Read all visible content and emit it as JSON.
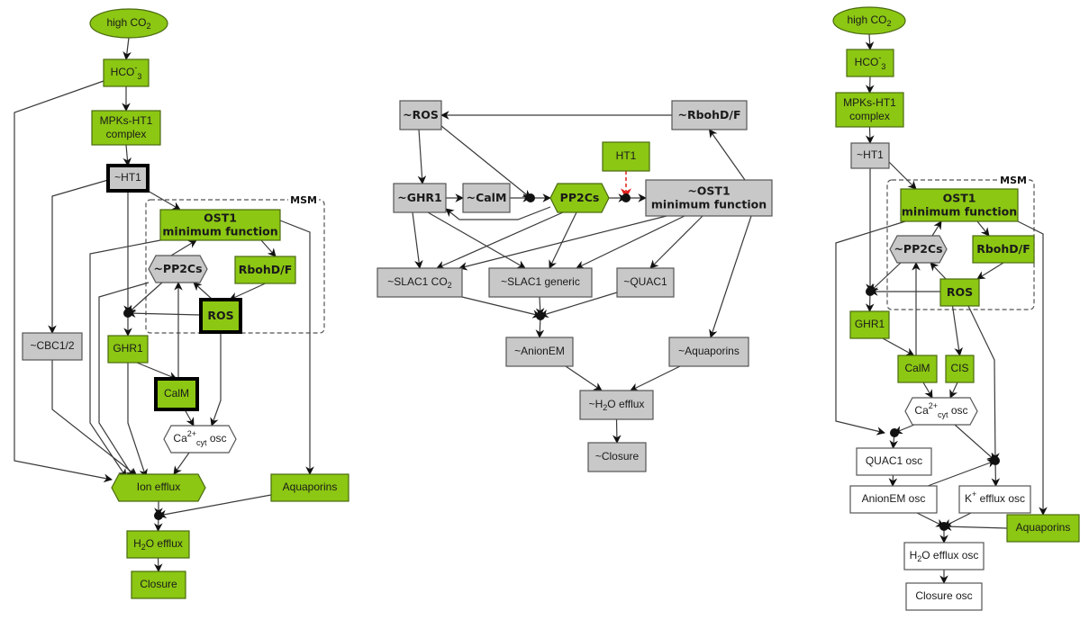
{
  "colors": {
    "green": "#8cc713",
    "gray": "#c8c8c8",
    "white": "#ffffff",
    "inhibit": "#e0201c"
  },
  "panels": [
    {
      "id": "left",
      "msm_label": "MSM",
      "nodes": [
        {
          "id": "L_co2",
          "label": "high CO",
          "sub": "2",
          "shape": "ellipse",
          "fill": "green"
        },
        {
          "id": "L_hco3",
          "label": "HCO",
          "sub": "3",
          "sup": "-",
          "shape": "rect",
          "fill": "green"
        },
        {
          "id": "L_mpk",
          "label": "MPKs-HT1",
          "label2": "complex",
          "shape": "rect",
          "fill": "green"
        },
        {
          "id": "L_ht1",
          "label": "~HT1",
          "shape": "rect",
          "fill": "gray",
          "thick": true
        },
        {
          "id": "L_ost1",
          "label": "OST1",
          "label2": "minimum function",
          "shape": "rect",
          "fill": "green",
          "bold": true
        },
        {
          "id": "L_pp2c",
          "label": "~PP2Cs",
          "shape": "hex",
          "fill": "gray",
          "bold": true
        },
        {
          "id": "L_rboh",
          "label": "RbohD/F",
          "shape": "rect",
          "fill": "green",
          "bold": true
        },
        {
          "id": "L_ros",
          "label": "ROS",
          "shape": "rect",
          "fill": "green",
          "bold": true,
          "thick": true
        },
        {
          "id": "L_cbc",
          "label": "~CBC1/2",
          "shape": "rect",
          "fill": "gray"
        },
        {
          "id": "L_ghr1",
          "label": "GHR1",
          "shape": "rect",
          "fill": "green"
        },
        {
          "id": "L_calm",
          "label": "CalM",
          "shape": "rect",
          "fill": "green",
          "thick": true
        },
        {
          "id": "L_ca",
          "label": "Ca",
          "sup": "2+",
          "sub": "cyt",
          "tail": " osc",
          "shape": "hex",
          "fill": "white"
        },
        {
          "id": "L_ion",
          "label": "Ion efflux",
          "shape": "hex",
          "fill": "green"
        },
        {
          "id": "L_aqua",
          "label": "Aquaporins",
          "shape": "rect",
          "fill": "green"
        },
        {
          "id": "L_h2o",
          "label": "H",
          "sub": "2",
          "tail": "O efflux",
          "shape": "rect",
          "fill": "green"
        },
        {
          "id": "L_clos",
          "label": "Closure",
          "shape": "rect",
          "fill": "green"
        }
      ]
    },
    {
      "id": "middle",
      "nodes": [
        {
          "id": "M_ros",
          "label": "~ROS",
          "shape": "rect",
          "fill": "gray",
          "bold": true
        },
        {
          "id": "M_rboh",
          "label": "~RbohD/F",
          "shape": "rect",
          "fill": "gray",
          "bold": true
        },
        {
          "id": "M_ht1",
          "label": "HT1",
          "shape": "rect",
          "fill": "green"
        },
        {
          "id": "M_ghr1",
          "label": "~GHR1",
          "shape": "rect",
          "fill": "gray",
          "bold": true
        },
        {
          "id": "M_calm",
          "label": "~CalM",
          "shape": "rect",
          "fill": "gray",
          "bold": true
        },
        {
          "id": "M_pp2c",
          "label": "PP2Cs",
          "shape": "hex",
          "fill": "green",
          "bold": true
        },
        {
          "id": "M_ost1",
          "label": "~OST1",
          "label2": "minimum function",
          "shape": "rect",
          "fill": "gray",
          "bold": true
        },
        {
          "id": "M_slacco2",
          "label": "~SLAC1 CO",
          "sub": "2",
          "shape": "rect",
          "fill": "gray"
        },
        {
          "id": "M_slacgen",
          "label": "~SLAC1 generic",
          "shape": "rect",
          "fill": "gray"
        },
        {
          "id": "M_quac",
          "label": "~QUAC1",
          "shape": "rect",
          "fill": "gray"
        },
        {
          "id": "M_anion",
          "label": "~AnionEM",
          "shape": "rect",
          "fill": "gray"
        },
        {
          "id": "M_aqua",
          "label": "~Aquaporins",
          "shape": "rect",
          "fill": "gray"
        },
        {
          "id": "M_h2o",
          "label": "~H",
          "sub": "2",
          "tail": "O efflux",
          "shape": "rect",
          "fill": "gray"
        },
        {
          "id": "M_clos",
          "label": "~Closure",
          "shape": "rect",
          "fill": "gray"
        }
      ]
    },
    {
      "id": "right",
      "msm_label": "MSM",
      "nodes": [
        {
          "id": "R_co2",
          "label": "high CO",
          "sub": "2",
          "shape": "ellipse",
          "fill": "green"
        },
        {
          "id": "R_hco3",
          "label": "HCO",
          "sub": "3",
          "sup": "-",
          "shape": "rect",
          "fill": "green"
        },
        {
          "id": "R_mpk",
          "label": "MPKs-HT1",
          "label2": "complex",
          "shape": "rect",
          "fill": "green"
        },
        {
          "id": "R_ht1",
          "label": "~HT1",
          "shape": "rect",
          "fill": "gray"
        },
        {
          "id": "R_ost1",
          "label": "OST1",
          "label2": "minimum function",
          "shape": "rect",
          "fill": "green",
          "bold": true
        },
        {
          "id": "R_pp2c",
          "label": "~PP2Cs",
          "shape": "hex",
          "fill": "gray",
          "bold": true
        },
        {
          "id": "R_rboh",
          "label": "RbohD/F",
          "shape": "rect",
          "fill": "green",
          "bold": true
        },
        {
          "id": "R_ros",
          "label": "ROS",
          "shape": "rect",
          "fill": "green",
          "bold": true
        },
        {
          "id": "R_ghr1",
          "label": "GHR1",
          "shape": "rect",
          "fill": "green"
        },
        {
          "id": "R_calm",
          "label": "CalM",
          "shape": "rect",
          "fill": "green"
        },
        {
          "id": "R_cis",
          "label": "CIS",
          "shape": "rect",
          "fill": "green"
        },
        {
          "id": "R_ca",
          "label": "Ca",
          "sup": "2+",
          "sub": "cyt",
          "tail": " osc",
          "shape": "hex",
          "fill": "white"
        },
        {
          "id": "R_quac",
          "label": "QUAC1 osc",
          "shape": "rect",
          "fill": "white"
        },
        {
          "id": "R_anion",
          "label": "AnionEM osc",
          "shape": "rect",
          "fill": "white"
        },
        {
          "id": "R_k",
          "label": "K",
          "sup": "+",
          "tail": " efflux osc",
          "shape": "rect",
          "fill": "white"
        },
        {
          "id": "R_aqua",
          "label": "Aquaporins",
          "shape": "rect",
          "fill": "green"
        },
        {
          "id": "R_h2o",
          "label": "H",
          "sub": "2",
          "tail": "O efflux osc",
          "shape": "rect",
          "fill": "white"
        },
        {
          "id": "R_clos",
          "label": "Closure osc",
          "shape": "rect",
          "fill": "white"
        }
      ]
    }
  ]
}
